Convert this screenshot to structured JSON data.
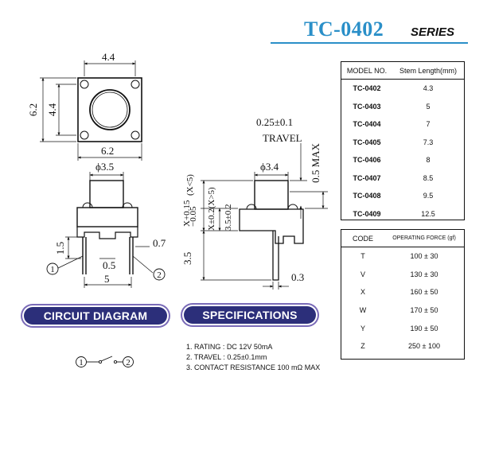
{
  "header": {
    "model": "TC-0402",
    "series": "SERIES",
    "accent": "#2a8fc8"
  },
  "drawing": {
    "top_width": "4.4",
    "left_height": "6.2",
    "left_inner": "4.4",
    "bottom_width": "6.2",
    "stem_dia": "ϕ3.5",
    "pin_h": "1.5",
    "pin_w": "0.7",
    "pin_gap": "0.5",
    "pin_pitch": "5",
    "pin1": "1",
    "pin2": "2",
    "travel_val": "0.25±0.1",
    "travel_label": "TRAVEL",
    "max_label": "0.5 MAX",
    "side_stem_dia": "ϕ3.4",
    "dim_x015": "X+0.15",
    "dim_x005": "−0.05",
    "dim_x_lt5": "(X<5)",
    "dim_x02": "X±0.2(X>5)",
    "dim_35_02": "3.5±0.2",
    "dim_35": "3.5",
    "dim_03": "0.3"
  },
  "banners": {
    "circuit": "CIRCUIT DIAGRAM",
    "spec": "SPECIFICATIONS"
  },
  "circuit": {
    "left": "1",
    "right": "2"
  },
  "specs": [
    "1. RATING : DC 12V  50mA",
    "2. TRAVEL : 0.25±0.1mm",
    "3. CONTACT  RESISTANCE 100 mΩ MAX"
  ],
  "stem_table": {
    "headers": [
      "MODEL NO.",
      "Stem Length(mm)"
    ],
    "rows": [
      [
        "TC-0402",
        "4.3"
      ],
      [
        "TC-0403",
        "5"
      ],
      [
        "TC-0404",
        "7"
      ],
      [
        "TC-0405",
        "7.3"
      ],
      [
        "TC-0406",
        "8"
      ],
      [
        "TC-0407",
        "8.5"
      ],
      [
        "TC-0408",
        "9.5"
      ],
      [
        "TC-0409",
        "12.5"
      ]
    ]
  },
  "force_table": {
    "headers": [
      "CODE",
      "OPERATING FORCE (gf)"
    ],
    "rows": [
      [
        "T",
        "100 ± 30"
      ],
      [
        "V",
        "130 ± 30"
      ],
      [
        "X",
        "160 ± 50"
      ],
      [
        "W",
        "170 ± 50"
      ],
      [
        "Y",
        "190 ± 50"
      ],
      [
        "Z",
        "250 ± 100"
      ]
    ]
  }
}
